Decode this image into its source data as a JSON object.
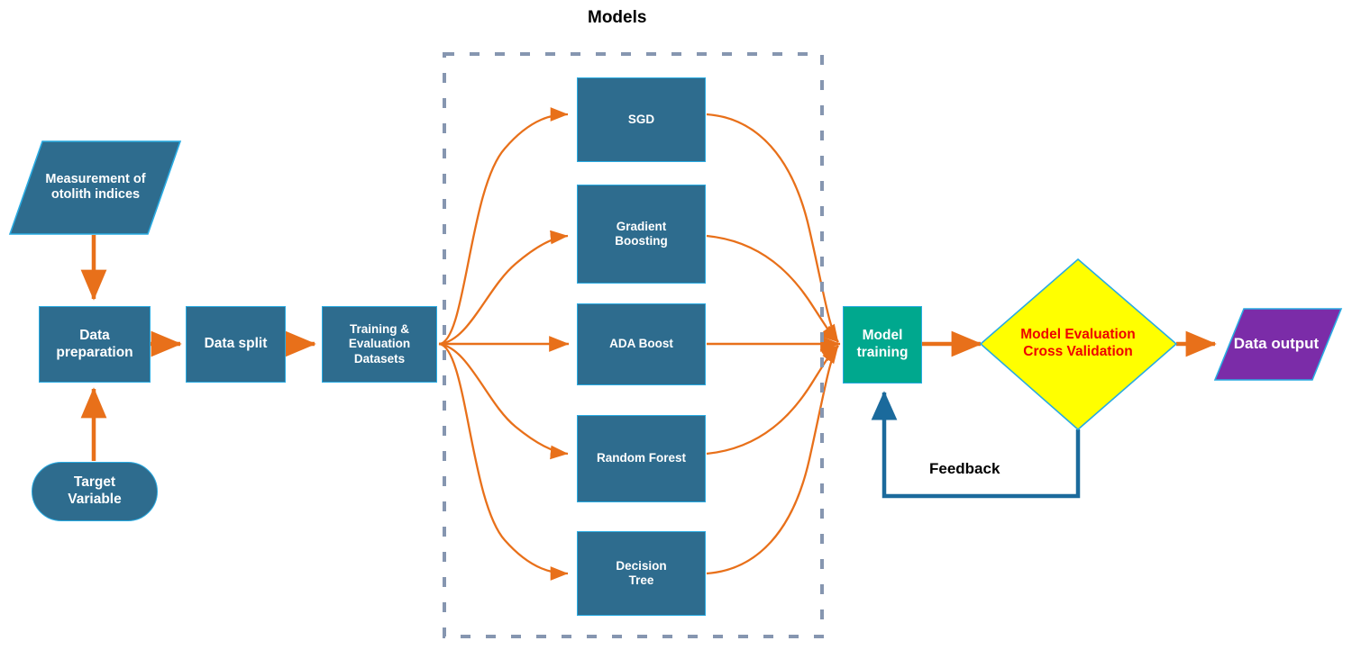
{
  "diagram": {
    "title": "Models",
    "group_label": "Models",
    "feedback_label": "Feedback",
    "colors": {
      "node_blue": "#2E6C8E",
      "node_border": "#29ABE2",
      "node_teal": "#00A88E",
      "diamond_yellow": "#FFFF00",
      "diamond_text_red": "#EE0000",
      "output_purple": "#7B2CA8",
      "arrow_orange": "#E8701A",
      "feedback_blue": "#1B6A9C",
      "dashed_gray": "#8696B0",
      "text_white": "#FFFFFF",
      "text_black": "#000000",
      "background": "#FFFFFF"
    },
    "nodes": {
      "measurement": {
        "label": "Measurement of\notolith indices",
        "shape": "parallelogram"
      },
      "data_preparation": {
        "label": "Data\npreparation",
        "shape": "rectangle"
      },
      "target_variable": {
        "label": "Target\nVariable",
        "shape": "rounded-rectangle"
      },
      "data_split": {
        "label": "Data split",
        "shape": "rectangle"
      },
      "training_eval_datasets": {
        "label": "Training &\nEvaluation\nDatasets",
        "shape": "rectangle"
      },
      "model_training": {
        "label": "Model\ntraining",
        "shape": "rectangle"
      },
      "model_evaluation": {
        "label": "Model Evaluation\nCross Validation",
        "shape": "diamond"
      },
      "data_output": {
        "label": "Data output",
        "shape": "parallelogram"
      }
    },
    "models": [
      {
        "label": "SGD"
      },
      {
        "label": "Gradient\nBoosting"
      },
      {
        "label": "ADA Boost"
      },
      {
        "label": "Random Forest"
      },
      {
        "label": "Decision\nTree"
      }
    ],
    "edges": [
      {
        "from": "measurement",
        "to": "data_preparation",
        "style": "straight-arrow",
        "color": "#E8701A"
      },
      {
        "from": "target_variable",
        "to": "data_preparation",
        "style": "straight-arrow",
        "color": "#E8701A"
      },
      {
        "from": "data_preparation",
        "to": "data_split",
        "style": "straight-arrow",
        "color": "#E8701A"
      },
      {
        "from": "data_split",
        "to": "training_eval_datasets",
        "style": "straight-arrow",
        "color": "#E8701A"
      },
      {
        "from": "training_eval_datasets",
        "to": "SGD",
        "style": "curve-arrow",
        "color": "#E8701A"
      },
      {
        "from": "training_eval_datasets",
        "to": "Gradient Boosting",
        "style": "curve-arrow",
        "color": "#E8701A"
      },
      {
        "from": "training_eval_datasets",
        "to": "ADA Boost",
        "style": "straight-arrow",
        "color": "#E8701A"
      },
      {
        "from": "training_eval_datasets",
        "to": "Random Forest",
        "style": "curve-arrow",
        "color": "#E8701A"
      },
      {
        "from": "training_eval_datasets",
        "to": "Decision Tree",
        "style": "curve-arrow",
        "color": "#E8701A"
      },
      {
        "from": "SGD",
        "to": "model_training",
        "style": "curve-arrow",
        "color": "#E8701A"
      },
      {
        "from": "Gradient Boosting",
        "to": "model_training",
        "style": "curve-arrow",
        "color": "#E8701A"
      },
      {
        "from": "ADA Boost",
        "to": "model_training",
        "style": "straight-arrow",
        "color": "#E8701A"
      },
      {
        "from": "Random Forest",
        "to": "model_training",
        "style": "curve-arrow",
        "color": "#E8701A"
      },
      {
        "from": "Decision Tree",
        "to": "model_training",
        "style": "curve-arrow",
        "color": "#E8701A"
      },
      {
        "from": "model_training",
        "to": "model_evaluation",
        "style": "straight-arrow",
        "color": "#E8701A"
      },
      {
        "from": "model_evaluation",
        "to": "data_output",
        "style": "straight-arrow",
        "color": "#E8701A"
      },
      {
        "from": "model_evaluation",
        "to": "model_training",
        "style": "elbow-arrow",
        "color": "#1B6A9C",
        "label": "Feedback"
      }
    ]
  }
}
